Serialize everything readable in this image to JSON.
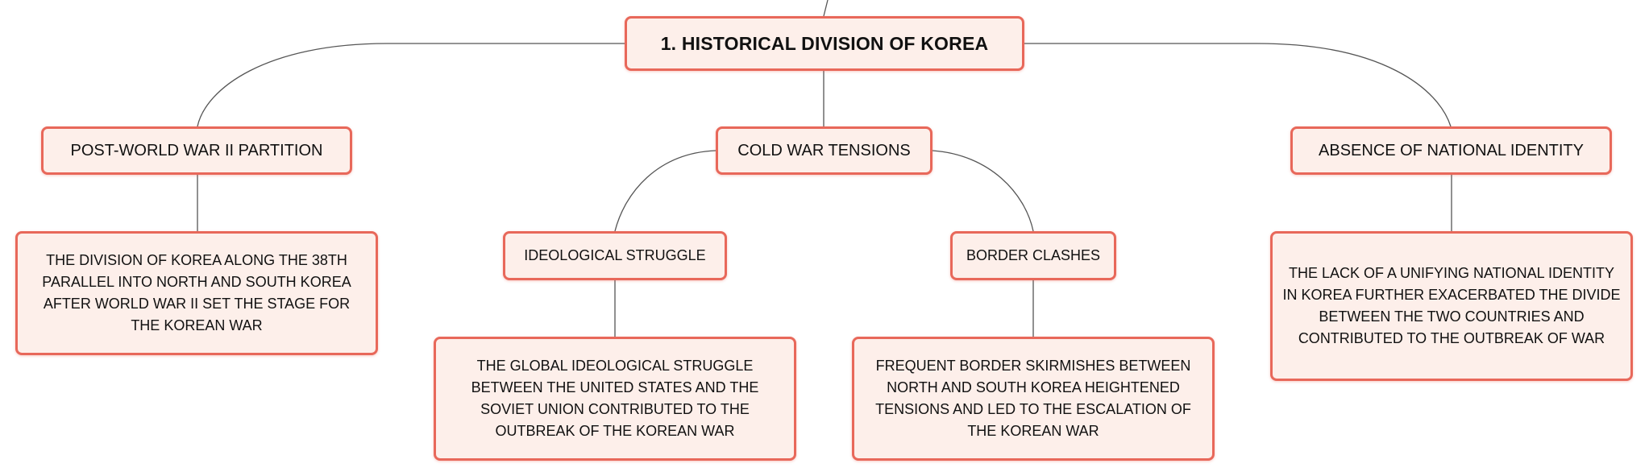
{
  "root": {
    "label": "1. HISTORICAL DIVISION OF KOREA"
  },
  "branches": [
    {
      "label": "POST-WORLD WAR II PARTITION",
      "detail": "THE DIVISION OF KOREA ALONG THE 38TH PARALLEL INTO NORTH AND SOUTH KOREA AFTER WORLD WAR II SET THE STAGE FOR THE KOREAN WAR"
    },
    {
      "label": "COLD WAR TENSIONS",
      "children": [
        {
          "label": "IDEOLOGICAL STRUGGLE",
          "detail": "THE GLOBAL IDEOLOGICAL STRUGGLE BETWEEN THE UNITED STATES AND THE SOVIET UNION CONTRIBUTED TO THE OUTBREAK OF THE KOREAN WAR"
        },
        {
          "label": "BORDER CLASHES",
          "detail": "FREQUENT BORDER SKIRMISHES BETWEEN NORTH AND SOUTH KOREA HEIGHTENED TENSIONS AND LED TO THE ESCALATION OF THE KOREAN WAR"
        }
      ]
    },
    {
      "label": "ABSENCE OF NATIONAL IDENTITY",
      "detail": "THE LACK OF A UNIFYING NATIONAL IDENTITY IN KOREA FURTHER EXACERBATED THE DIVIDE BETWEEN THE TWO COUNTRIES AND CONTRIBUTED TO THE OUTBREAK OF WAR"
    }
  ],
  "colors": {
    "node_fill": "#fdefea",
    "node_border": "#e8685a",
    "connector": "#555555",
    "text": "#111111"
  }
}
